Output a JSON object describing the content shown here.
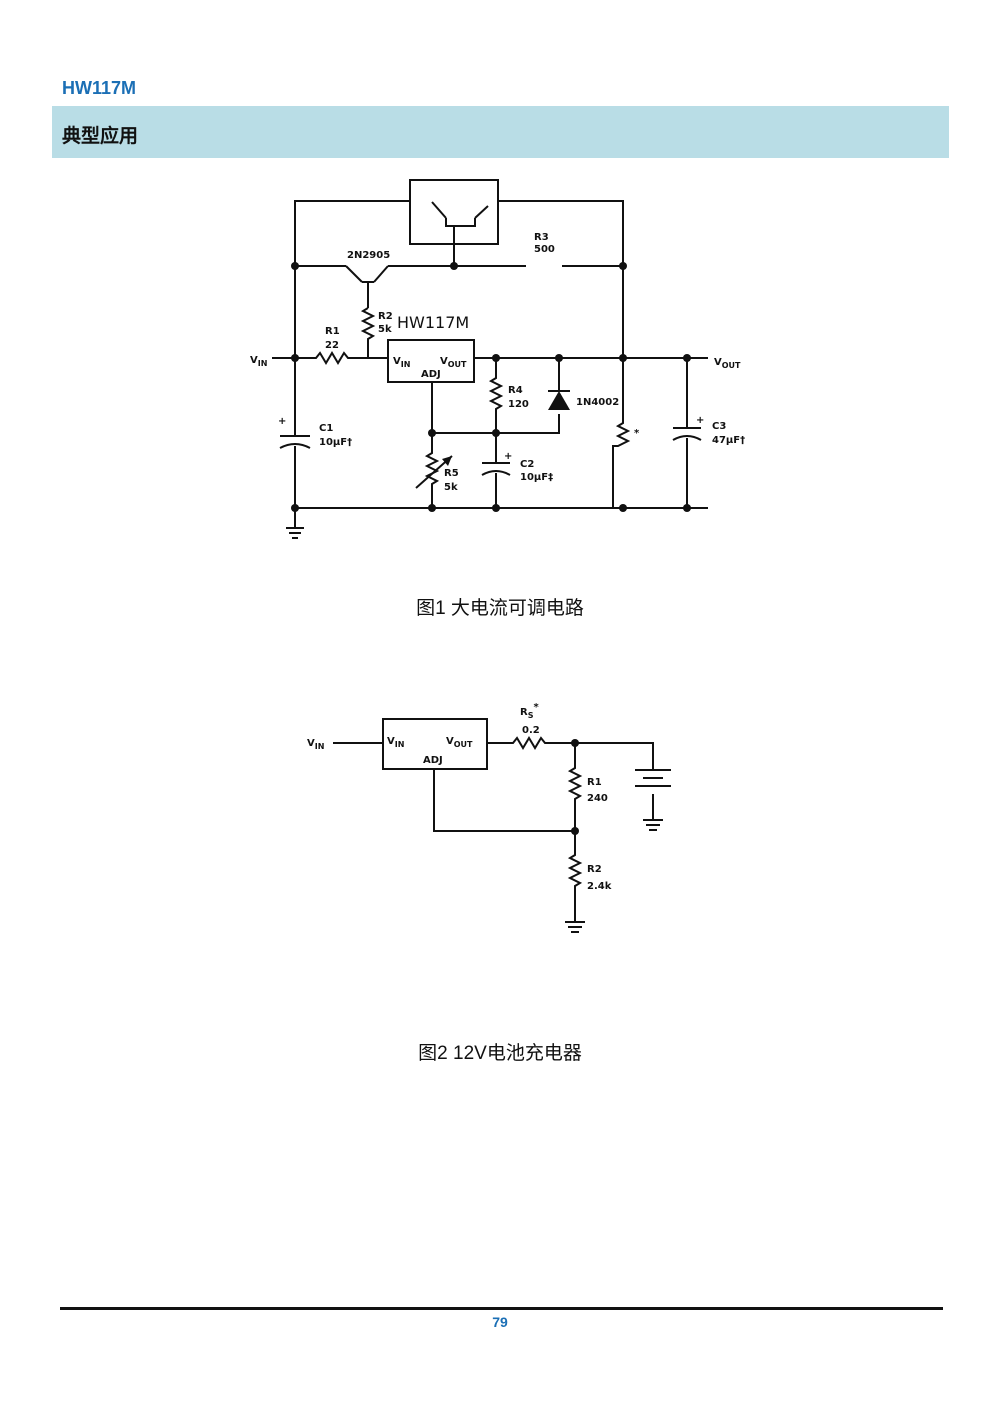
{
  "header": {
    "doc_title": "HW117M",
    "section_title": "典型应用"
  },
  "fig1": {
    "caption": "图1  大电流可调电路",
    "chip_label": "HW117M",
    "transistor_label": "2N2905",
    "vin": "V",
    "vin_sub": "IN",
    "vout": "V",
    "vout_sub": "OUT",
    "ic_vin": "V",
    "ic_vin_sub": "IN",
    "ic_vout": "V",
    "ic_vout_sub": "OUT",
    "ic_adj": "ADJ",
    "r1_name": "R1",
    "r1_value": "22",
    "r2_name": "R2",
    "r2_value": "5k",
    "r3_name": "R3",
    "r3_value": "500",
    "r4_name": "R4",
    "r4_value": "120",
    "r5_name": "R5",
    "r5_value": "5k",
    "c1_name": "C1",
    "c1_value": "10μF†",
    "c2_name": "C2",
    "c2_value": "10μF‡",
    "c3_name": "C3",
    "c3_value": "47μF†",
    "diode_label": "1N4002",
    "star": "*"
  },
  "fig2": {
    "caption": "图2 12V电池充电器",
    "vin": "V",
    "vin_sub": "IN",
    "ic_vin": "V",
    "ic_vin_sub": "IN",
    "ic_vout": "V",
    "ic_vout_sub": "OUT",
    "ic_adj": "ADJ",
    "rs_name": "R",
    "rs_sub": "S",
    "rs_star": "*",
    "rs_value": "0.2",
    "r1_name": "R1",
    "r1_value": "240",
    "r2_name": "R2",
    "r2_value": "2.4k"
  },
  "footer": {
    "page_number": "79"
  }
}
